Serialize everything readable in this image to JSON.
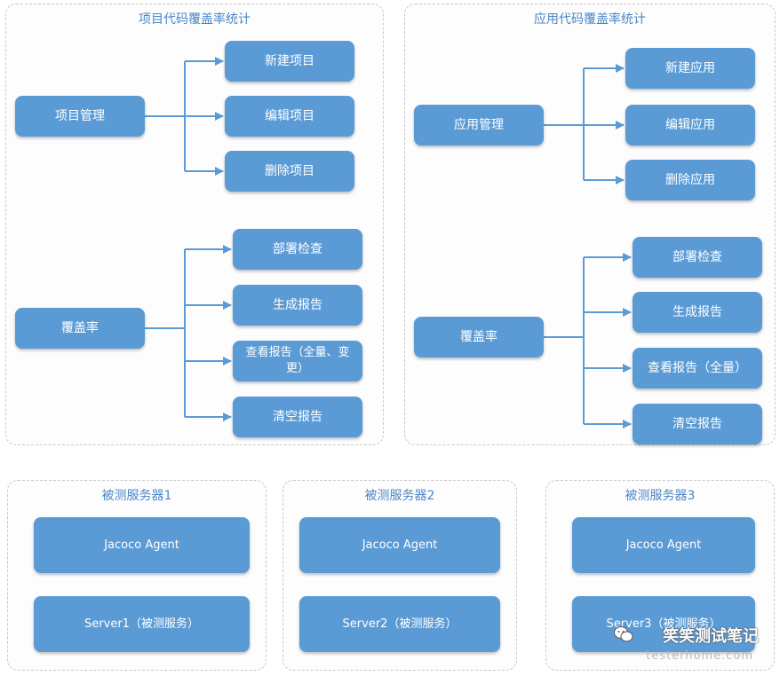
{
  "project_panel": {
    "title": "项目代码覆盖率统计",
    "manage": "项目管理",
    "manage_children": [
      "新建项目",
      "编辑项目",
      "删除项目"
    ],
    "coverage": "覆盖率",
    "coverage_children": [
      "部署检查",
      "生成报告",
      "查看报告（全量、变更）",
      "清空报告"
    ]
  },
  "app_panel": {
    "title": "应用代码覆盖率统计",
    "manage": "应用管理",
    "manage_children": [
      "新建应用",
      "编辑应用",
      "删除应用"
    ],
    "coverage": "覆盖率",
    "coverage_children": [
      "部署检查",
      "生成报告",
      "查看报告（全量）",
      "清空报告"
    ]
  },
  "servers": [
    {
      "title": "被测服务器1",
      "agent": "Jacoco Agent",
      "service": "Server1（被测服务）"
    },
    {
      "title": "被测服务器2",
      "agent": "Jacoco Agent",
      "service": "Server2（被测服务）"
    },
    {
      "title": "被测服务器3",
      "agent": "Jacoco Agent",
      "service": "Server3（被测服务）"
    }
  ],
  "watermark": {
    "text": "笑笑测试笔记",
    "sub": "testerhome.com"
  },
  "colors": {
    "box": "#5b9bd5",
    "line": "#5b9bd5",
    "title": "#4a86c8",
    "border": "#c9c9c9"
  }
}
